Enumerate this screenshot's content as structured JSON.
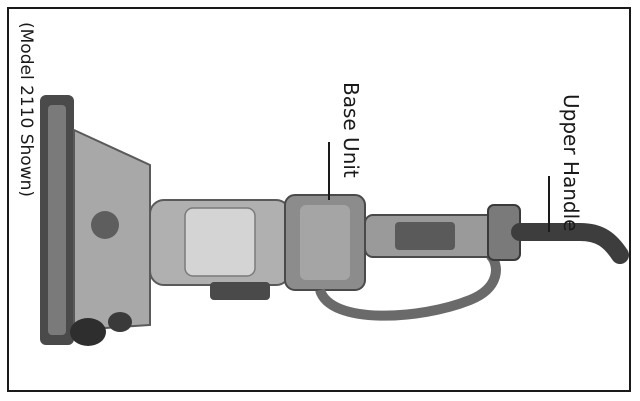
{
  "caption": "(Model 2110 Shown)",
  "labels": {
    "base_unit": "Base Unit",
    "upper_handle": "Upper Handle"
  },
  "colors": {
    "border": "#1a1a1a",
    "body_gray": "#9a9a9a",
    "dark_gray": "#3d3d3d",
    "light_gray": "#c9c9c9"
  }
}
